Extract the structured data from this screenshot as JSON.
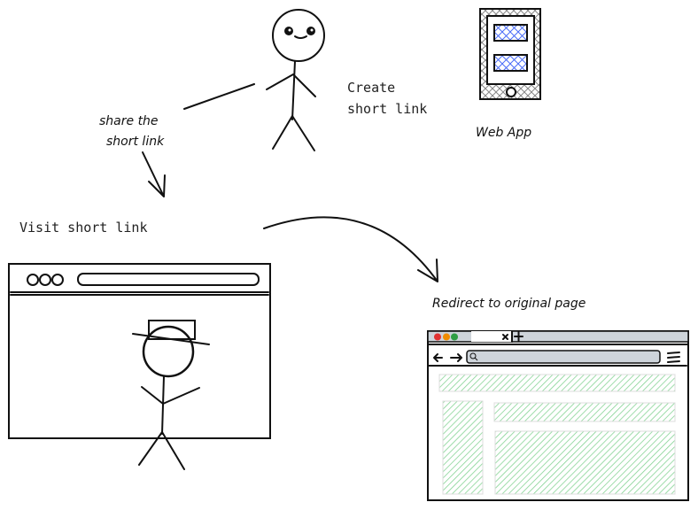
{
  "labels": {
    "create_line1": "Create",
    "create_line2": "short link",
    "web_app": "Web App",
    "share_line1": "share the",
    "share_line2": "short link",
    "visit": "Visit short link",
    "redirect": "Redirect to original page"
  },
  "colors": {
    "stroke": "#111111",
    "phone_hatch": "#888888",
    "phone_screen_hatch": "#4a6cf7",
    "content_hatch": "#7fd18f",
    "tab_red": "#e03131",
    "tab_orange": "#f08c00",
    "tab_green": "#2f9e44",
    "chrome_gray": "#ced4da"
  }
}
